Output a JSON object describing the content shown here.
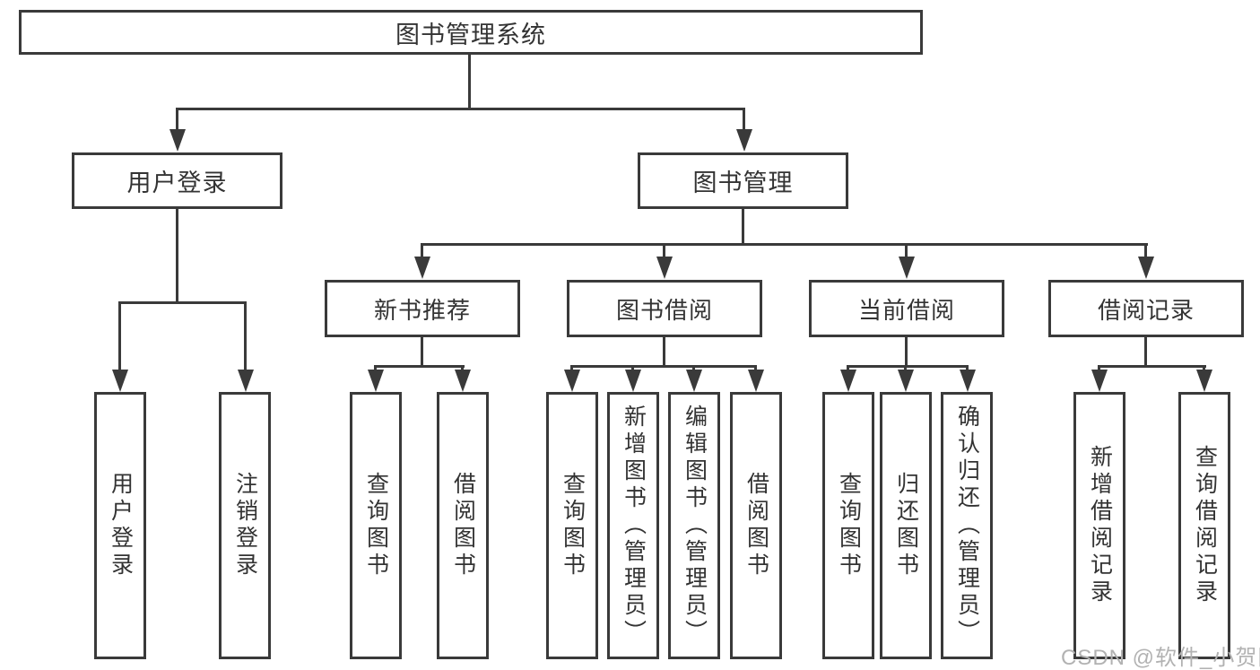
{
  "diagram": {
    "title": "图书管理系统",
    "user_login": {
      "label": "用户登录",
      "children": [
        "用户登录",
        "注销登录"
      ]
    },
    "book_management": {
      "label": "图书管理",
      "new_book_recommend": {
        "label": "新书推荐",
        "children": [
          "查询图书",
          "借阅图书"
        ]
      },
      "book_borrow": {
        "label": "图书借阅",
        "children": [
          "查询图书",
          "新增图书（管理员）",
          "编辑图书（管理员）",
          "借阅图书"
        ]
      },
      "current_borrow": {
        "label": "当前借阅",
        "children": [
          "查询图书",
          "归还图书",
          "确认归还（管理员）"
        ]
      },
      "borrow_record": {
        "label": "借阅记录",
        "children": [
          "新增借阅记录",
          "查询借阅记录"
        ]
      }
    }
  },
  "watermark": "CSDN @软件_小贺同学",
  "colors": {
    "line": "#3a3a3a",
    "text": "#333333",
    "watermark": "#b2b2b2",
    "background": "#ffffff"
  }
}
